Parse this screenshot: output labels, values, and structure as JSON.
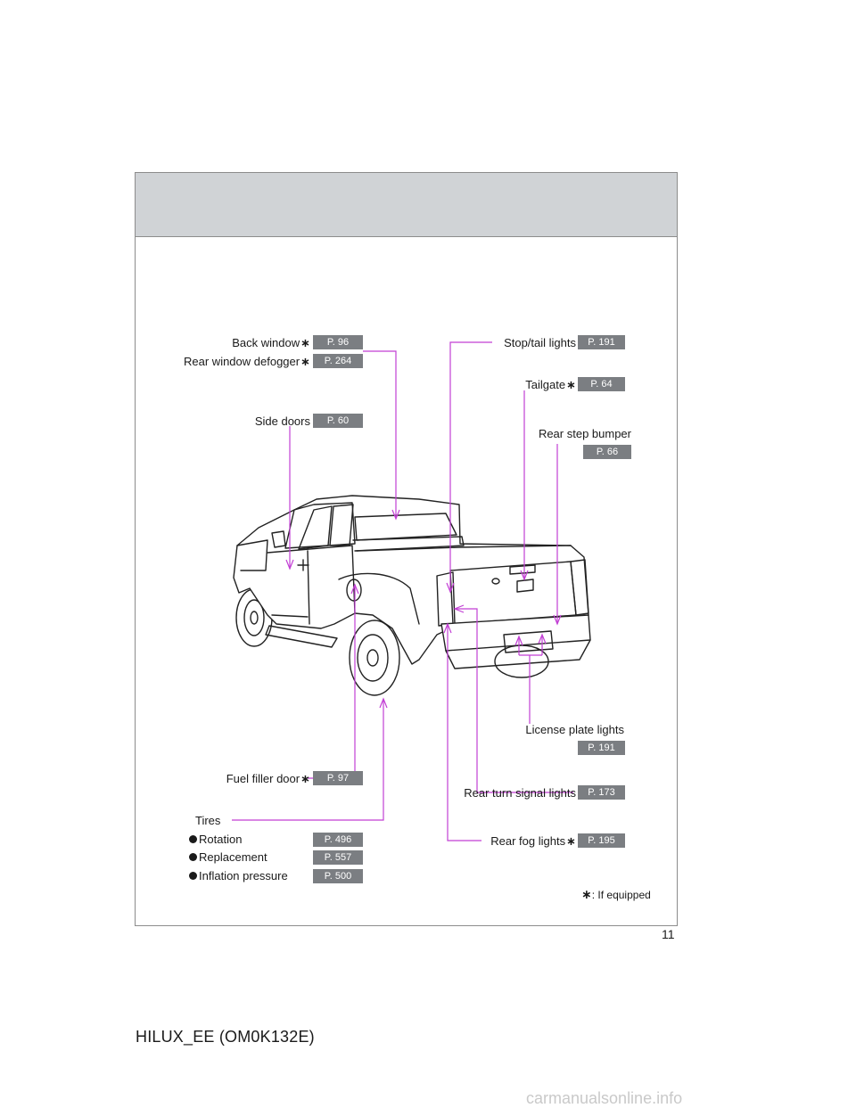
{
  "callouts": {
    "back_window": {
      "label": "Back window",
      "page": "P. 96"
    },
    "rear_window_defogger": {
      "label": "Rear window defogger",
      "page": "P. 264"
    },
    "side_doors": {
      "label": "Side doors",
      "page": "P. 60"
    },
    "stop_tail_lights": {
      "label": "Stop/tail lights",
      "page": "P. 191"
    },
    "tailgate": {
      "label": "Tailgate",
      "page": "P. 64"
    },
    "rear_step_bumper": {
      "label": "Rear step bumper",
      "page": "P. 66"
    },
    "license_plate_lights": {
      "label": "License plate lights",
      "page": "P. 191"
    },
    "fuel_filler_door": {
      "label": "Fuel filler door",
      "page": "P. 97"
    },
    "rear_turn_signal_lights": {
      "label": "Rear turn signal lights",
      "page": "P. 173"
    },
    "rear_fog_lights": {
      "label": "Rear fog lights",
      "page": "P. 195"
    },
    "tires": {
      "label": "Tires",
      "items": [
        {
          "label": "Rotation",
          "page": "P. 496"
        },
        {
          "label": "Replacement",
          "page": "P. 557"
        },
        {
          "label": "Inflation pressure",
          "page": "P. 500"
        }
      ]
    }
  },
  "asterisk_symbol": "∗",
  "footnote": ": If equipped",
  "page_number": "11",
  "footer_code": "HILUX_EE (OM0K132E)",
  "watermark": "carmanualsonline.info",
  "colors": {
    "leader_line": "#c23fd4",
    "badge_bg": "#7b7e82",
    "header_band": "#d0d3d6"
  }
}
